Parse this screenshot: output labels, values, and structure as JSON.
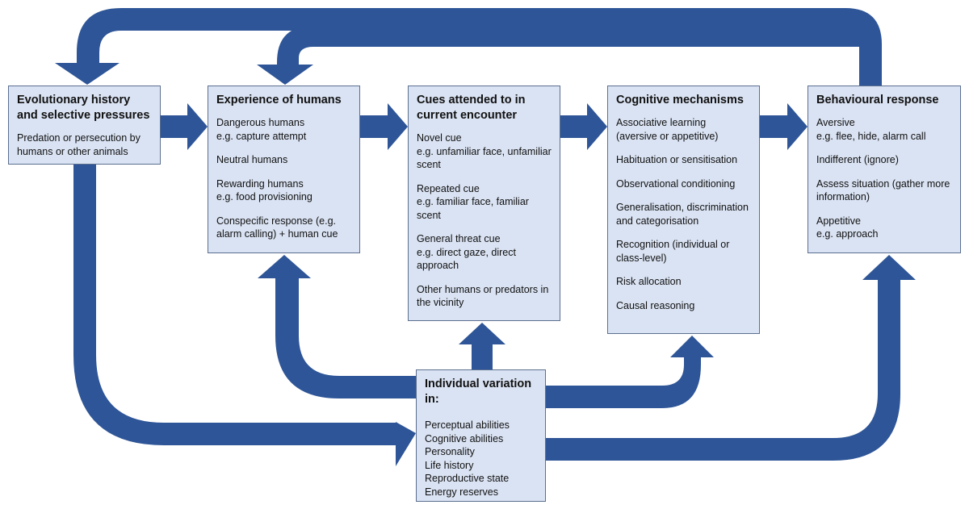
{
  "colors": {
    "arrow": "#2e5597",
    "box_fill": "#dae3f3",
    "box_border": "#5b6f8f"
  },
  "boxes": {
    "evolution": {
      "title": "Evolutionary history and selective pressures",
      "items": [
        {
          "lines": [
            "Predation or persecution by humans or other animals"
          ]
        }
      ]
    },
    "experience": {
      "title": "Experience of humans",
      "items": [
        {
          "lines": [
            "Dangerous humans",
            "e.g. capture attempt"
          ]
        },
        {
          "lines": [
            "Neutral humans"
          ]
        },
        {
          "lines": [
            "Rewarding humans",
            "e.g. food provisioning"
          ]
        },
        {
          "lines": [
            "Conspecific response (e.g. alarm calling) + human cue"
          ]
        }
      ]
    },
    "cues": {
      "title": "Cues attended to in current encounter",
      "items": [
        {
          "lines": [
            "Novel cue",
            "e.g. unfamiliar face, unfamiliar scent"
          ]
        },
        {
          "lines": [
            "Repeated cue",
            "e.g. familiar face, familiar scent"
          ]
        },
        {
          "lines": [
            "General threat cue",
            "e.g. direct gaze, direct approach"
          ]
        },
        {
          "lines": [
            "Other humans or predators in the vicinity"
          ]
        }
      ]
    },
    "cognitive": {
      "title": "Cognitive mechanisms",
      "items": [
        {
          "lines": [
            "Associative learning",
            "(aversive or appetitive)"
          ]
        },
        {
          "lines": [
            "Habituation or sensitisation"
          ]
        },
        {
          "lines": [
            "Observational conditioning"
          ]
        },
        {
          "lines": [
            "Generalisation, discrimination and categorisation"
          ]
        },
        {
          "lines": [
            "Recognition (individual or class-level)"
          ]
        },
        {
          "lines": [
            "Risk allocation"
          ]
        },
        {
          "lines": [
            "Causal reasoning"
          ]
        }
      ]
    },
    "behaviour": {
      "title": "Behavioural response",
      "items": [
        {
          "lines": [
            "Aversive",
            "e.g. flee, hide, alarm call"
          ]
        },
        {
          "lines": [
            "Indifferent (ignore)"
          ]
        },
        {
          "lines": [
            "Assess situation (gather more information)"
          ]
        },
        {
          "lines": [
            "Appetitive",
            "e.g. approach"
          ]
        }
      ]
    },
    "variation": {
      "title": "Individual variation in:",
      "items": [
        {
          "lines": [
            "Perceptual abilities"
          ]
        },
        {
          "lines": [
            "Cognitive abilities"
          ]
        },
        {
          "lines": [
            "Personality"
          ]
        },
        {
          "lines": [
            "Life history"
          ]
        },
        {
          "lines": [
            "Reproductive state"
          ]
        },
        {
          "lines": [
            "Energy reserves"
          ]
        }
      ]
    }
  }
}
